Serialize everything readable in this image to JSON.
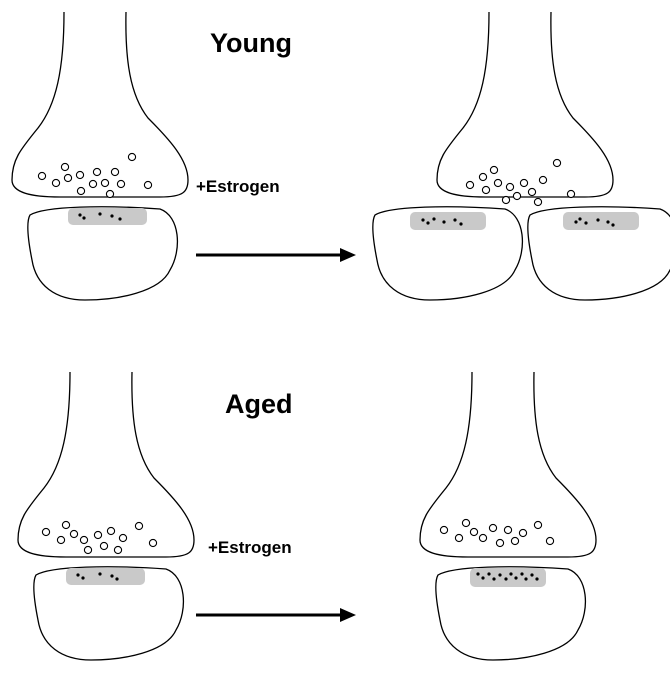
{
  "panels": [
    {
      "id": "young",
      "title": "Young",
      "condition": "+Estrogen"
    },
    {
      "id": "aged",
      "title": "Aged",
      "condition": "+Estrogen"
    }
  ],
  "colors": {
    "stroke": "#000000",
    "psd_fill": "#c9c9c9",
    "background": "#ffffff"
  }
}
